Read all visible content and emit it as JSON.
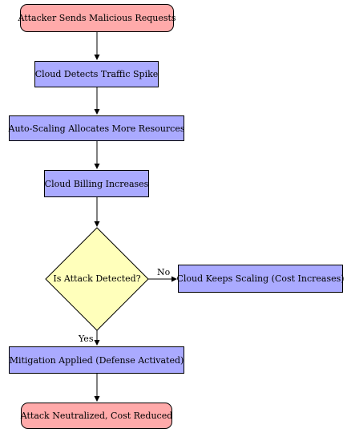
{
  "nodes": {
    "start": "Attacker Sends Malicious Requests",
    "detect_spike": "Cloud Detects Traffic Spike",
    "autoscaling": "Auto-Scaling Allocates More Resources",
    "billing": "Cloud Billing Increases",
    "decision": "Is Attack Detected?",
    "keep_scaling": "Cloud Keeps Scaling (Cost Increases)",
    "mitigation": "Mitigation Applied (Defense Activated)",
    "end": "Attack Neutralized, Cost Reduced"
  },
  "edge_labels": {
    "no": "No",
    "yes": "Yes"
  },
  "colors": {
    "terminal": "#ffaaaa",
    "process": "#aaaaff",
    "decision": "#ffffbb"
  }
}
